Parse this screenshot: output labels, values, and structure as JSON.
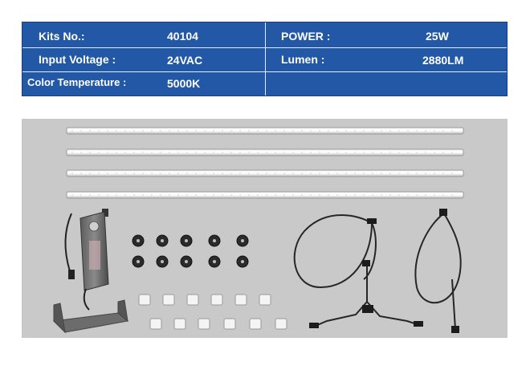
{
  "specs": {
    "kits_label": "Kits No.:",
    "kits_value": "40104",
    "power_label": "POWER :",
    "power_value": "25W",
    "voltage_label": "Input Voltage :",
    "voltage_value": "24VAC",
    "lumen_label": "Lumen :",
    "lumen_value": "2880LM",
    "color_temp_label": "Color Temperature :",
    "color_temp_value": "5000K"
  },
  "colors": {
    "table_bg": "#2358a6",
    "photo_bg": "#c9c9c9"
  }
}
